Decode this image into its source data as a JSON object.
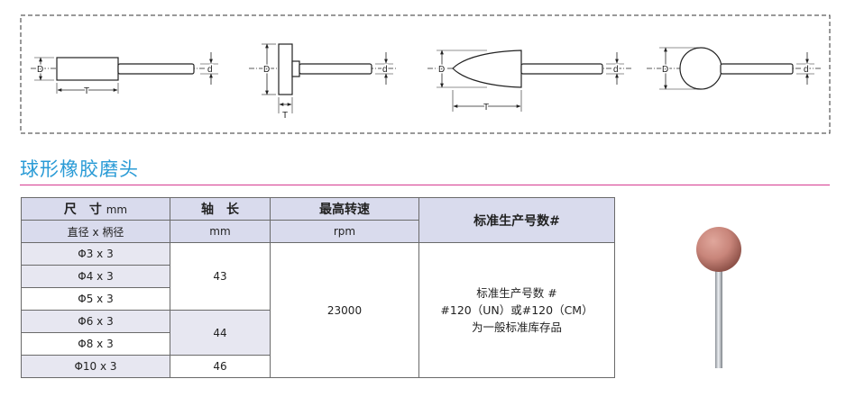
{
  "diagram": {
    "labels": {
      "d1_D": "D",
      "d1_d": "d",
      "d1_T": "T",
      "d2_D": "D",
      "d2_d": "d",
      "d2_T": "T",
      "d3_D": "D",
      "d3_d": "d",
      "d3_T": "T",
      "d4_D": "D",
      "d4_d": "d"
    }
  },
  "section": {
    "title": "球形橡胶磨头"
  },
  "table": {
    "headers": {
      "size_main": "尺　寸",
      "size_unit": "mm",
      "size_sub": "直径 x 柄径",
      "shaft": "轴　长",
      "shaft_unit": "mm",
      "speed": "最高转速",
      "speed_unit": "rpm",
      "std": "标准生产号数#"
    },
    "rows": [
      "Φ3 x 3",
      "Φ4 x 3",
      "Φ5 x 3",
      "Φ6 x 3",
      "Φ8 x 3",
      "Φ10 x 3"
    ],
    "shaft_values": [
      "43",
      "44",
      "46"
    ],
    "speed_value": "23000",
    "note_lines": [
      "标准生产号数 #",
      "#120（UN）或#120（CM）",
      "为一般标准库存品"
    ]
  },
  "colors": {
    "title": "#2a9bd6",
    "rule": "#d6398f",
    "header_bg": "#d9dbed",
    "row_shade": "#e7e7f1",
    "ball": "#c8857a"
  }
}
